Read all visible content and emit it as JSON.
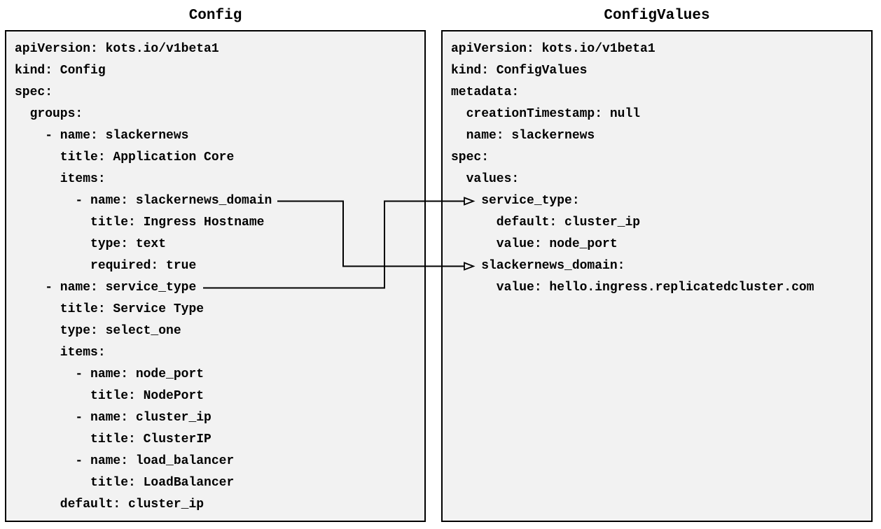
{
  "diagram": {
    "background_color": "#ffffff",
    "panel_bg_color": "#f2f2f2",
    "border_color": "#000000",
    "text_color": "#000000",
    "left_panel": {
      "title": "Config",
      "lines": [
        "apiVersion: kots.io/v1beta1",
        "kind: Config",
        "spec:",
        "  groups:",
        "    - name: slackernews",
        "      title: Application Core",
        "      items:",
        "        - name: slackernews_domain",
        "          title: Ingress Hostname",
        "          type: text",
        "          required: true",
        "    - name: service_type",
        "      title: Service Type",
        "      type: select_one",
        "      items:",
        "        - name: node_port",
        "          title: NodePort",
        "        - name: cluster_ip",
        "          title: ClusterIP",
        "        - name: load_balancer",
        "          title: LoadBalancer",
        "      default: cluster_ip"
      ]
    },
    "right_panel": {
      "title": "ConfigValues",
      "lines": [
        "apiVersion: kots.io/v1beta1",
        "kind: ConfigValues",
        "metadata:",
        "  creationTimestamp: null",
        "  name: slackernews",
        "spec:",
        "  values:",
        "    service_type:",
        "      default: cluster_ip",
        "      value: node_port",
        "    slackernews_domain:",
        "      value: hello.ingress.replicatedcluster.com"
      ]
    },
    "connections": [
      {
        "from": "Config item slackernews_domain",
        "to": "ConfigValues value slackernews_domain"
      },
      {
        "from": "Config item service_type",
        "to": "ConfigValues value service_type"
      }
    ]
  }
}
